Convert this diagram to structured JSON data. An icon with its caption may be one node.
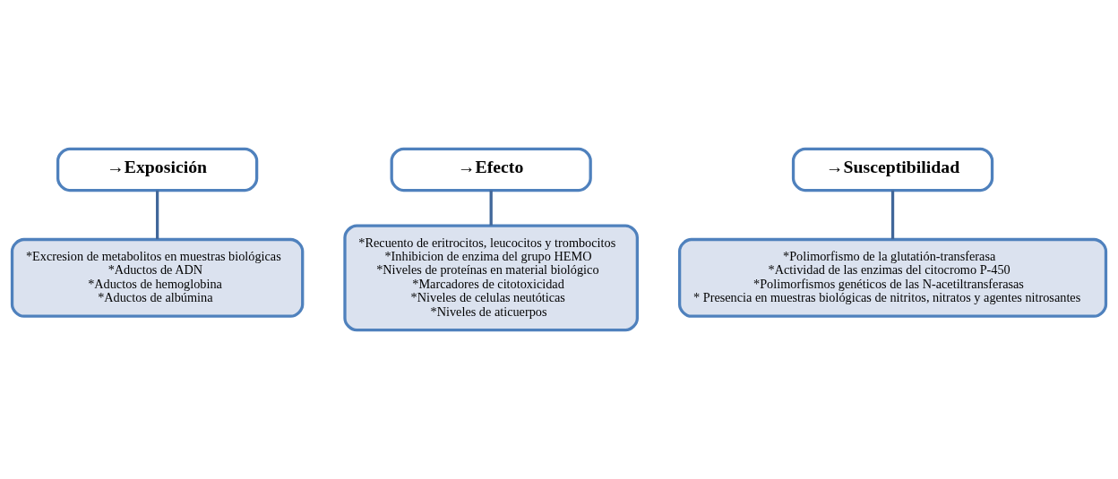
{
  "diagram": {
    "nodes": [
      {
        "text": [
          "→Exposición"
        ]
      },
      {
        "text": [
          "*Excresion de metabolitos en muestras biológicas",
          "*Aductos de ADN",
          "*Aductos de hemoglobina",
          "*Aductos de albúmina"
        ]
      },
      {
        "text": [
          "→Efecto"
        ]
      },
      {
        "text": [
          "*Recuento de eritrocitos, leucocitos y trombocitos",
          "*Inhibicion de enzima del grupo HEMO",
          "*Niveles de proteínas en material biológico",
          "*Marcadores de citotoxicidad",
          "*Niveles de celulas neutóticas",
          "*Niveles de aticuerpos"
        ]
      },
      {
        "text": [
          "→Susceptibilidad"
        ]
      },
      {
        "text": [
          "*Polimorfismo de la glutatión-transferasa",
          "*Actividad de las enzimas del citocromo P-450",
          "*Polimorfismos genéticos de las N-acetiltransferasas",
          "* Presencia en muestras biológicas de nitritos, nitratos y agentes nitrosantes"
        ]
      }
    ],
    "edges": [
      {
        "from": 0,
        "to": 1,
        "arrow": "none"
      },
      {
        "from": 2,
        "to": 3,
        "arrow": "none"
      },
      {
        "from": 4,
        "to": 5,
        "arrow": "none"
      }
    ]
  }
}
